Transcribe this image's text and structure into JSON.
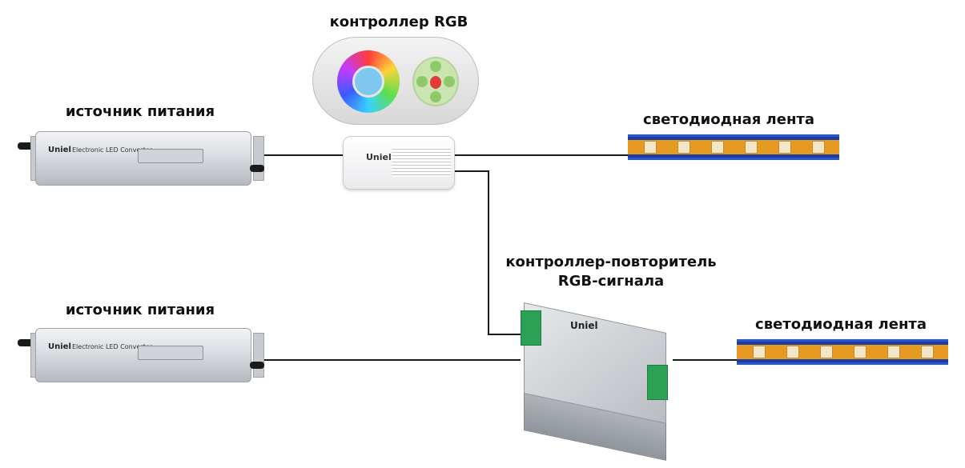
{
  "labels": {
    "rgb_controller": "контроллер RGB",
    "power_supply_top": "источник питания",
    "led_strip_top": "светодиодная лента",
    "repeater_line1": "контроллер-повторитель",
    "repeater_line2": "RGB-сигнала",
    "power_supply_bottom": "источник питания",
    "led_strip_bottom": "светодиодная лента"
  },
  "devices": {
    "psu_brand": "Uniel",
    "psu_subtitle": "Electronic LED Converter",
    "controller_brand": "Uniel",
    "repeater_brand": "Uniel"
  },
  "colors": {
    "wire": "#1a1a1a",
    "strip_base": "#e79a22",
    "strip_edge": "#1a3fa0",
    "terminal": "#2aa155"
  }
}
